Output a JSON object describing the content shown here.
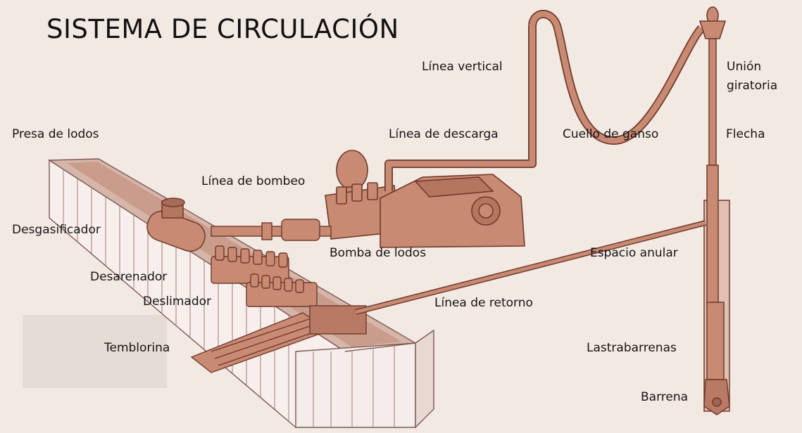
{
  "title": "SISTEMA DE CIRCULACIÓN",
  "labels": {
    "linea_vertical": "Línea vertical",
    "union_giratoria_1": "Unión",
    "union_giratoria_2": "giratoria",
    "presa_de_lodos": "Presa de lodos",
    "linea_de_descarga": "Línea de descarga",
    "cuello_de_ganso": "Cuello de ganso",
    "flecha": "Flecha",
    "linea_de_bombeo": "Línea de bombeo",
    "desgasificador": "Desgasificador",
    "bomba_de_lodos": "Bomba de lodos",
    "espacio_anular": "Espacio anular",
    "desarenador": "Desarenador",
    "deslimador": "Deslimador",
    "linea_de_retorno": "Línea de retorno",
    "temblorina": "Temblorina",
    "lastrabarrenas": "Lastrabarrenas",
    "barrena": "Barrena"
  },
  "colors": {
    "background": "#f3e9e3",
    "equipment": "#c98a74",
    "equipment_dark": "#8a4a36",
    "tank_face": "#f8efed"
  }
}
